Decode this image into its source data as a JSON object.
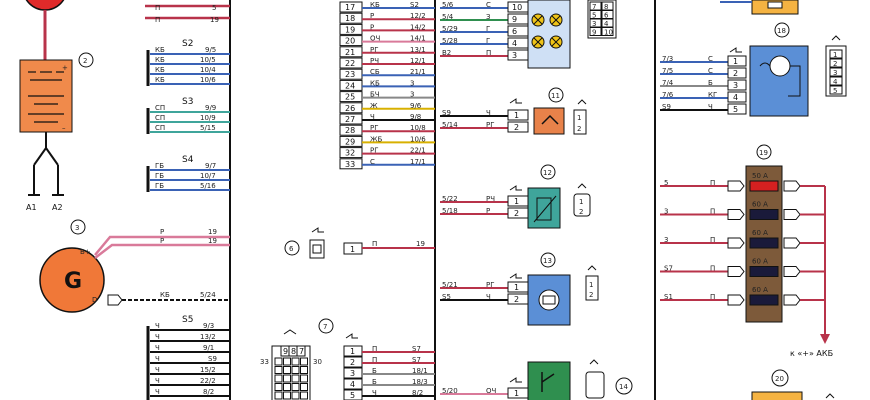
{
  "components": [
    {
      "id": "battery",
      "number": "2"
    },
    {
      "id": "generator",
      "number": "3",
      "symbol": "G",
      "terminals": [
        "B+",
        "D"
      ]
    },
    {
      "id": "sensor6",
      "number": "6"
    },
    {
      "id": "block7",
      "number": "7"
    },
    {
      "id": "relay11",
      "number": "11"
    },
    {
      "id": "sensor12",
      "number": "12"
    },
    {
      "id": "motor13",
      "number": "13"
    },
    {
      "id": "relay14",
      "number": "14"
    },
    {
      "id": "motor18",
      "number": "18"
    },
    {
      "id": "fuseblock19",
      "number": "19"
    },
    {
      "id": "comp20",
      "number": "20"
    }
  ],
  "ground_labels": [
    "A1",
    "A2"
  ],
  "splices": [
    {
      "name": "S2",
      "rows": [
        "9/5",
        "10/5",
        "10/4",
        "10/6"
      ],
      "letters": [
        "КБ",
        "КБ",
        "КБ",
        "КБ"
      ]
    },
    {
      "name": "S3",
      "rows": [
        "9/9",
        "10/9",
        "5/15"
      ],
      "letters": [
        "СП",
        "СП",
        "СП"
      ]
    },
    {
      "name": "S4",
      "rows": [
        "9/7",
        "10/7",
        "5/16"
      ],
      "letters": [
        "ГБ",
        "ГБ",
        "ГБ"
      ]
    },
    {
      "name": "S5",
      "rows": [
        "9/3",
        "13/2",
        "9/1",
        "S9",
        "15/2",
        "22/2",
        "8/2"
      ],
      "letters": [
        "Ч",
        "Ч",
        "Ч",
        "Ч",
        "Ч",
        "Ч",
        "Ч"
      ]
    }
  ],
  "top_wires": [
    {
      "letter": "П",
      "ref": "5"
    },
    {
      "letter": "П",
      "ref": "19"
    }
  ],
  "generator_wires": [
    {
      "letter": "Р",
      "ref": "19"
    },
    {
      "letter": "Р",
      "ref": "19"
    },
    {
      "letter": "КБ",
      "ref": "5/24"
    }
  ],
  "sensor6_wire": {
    "pin": "1",
    "letter": "П",
    "ref": "19"
  },
  "center_rows": [
    {
      "pin": "17",
      "letter": "КБ",
      "ref": "S2"
    },
    {
      "pin": "18",
      "letter": "Р",
      "ref": "12/2"
    },
    {
      "pin": "19",
      "letter": "Р",
      "ref": "14/2"
    },
    {
      "pin": "20",
      "letter": "ОЧ",
      "ref": "14/1"
    },
    {
      "pin": "21",
      "letter": "РГ",
      "ref": "13/1"
    },
    {
      "pin": "22",
      "letter": "РЧ",
      "ref": "12/1"
    },
    {
      "pin": "23",
      "letter": "СБ",
      "ref": "21/1"
    },
    {
      "pin": "24",
      "letter": "КБ",
      "ref": "3"
    },
    {
      "pin": "25",
      "letter": "БЧ",
      "ref": "3"
    },
    {
      "pin": "26",
      "letter": "Ж",
      "ref": "9/6"
    },
    {
      "pin": "27",
      "letter": "Ч",
      "ref": "9/8"
    },
    {
      "pin": "28",
      "letter": "РГ",
      "ref": "10/8"
    },
    {
      "pin": "29",
      "letter": "ЖБ",
      "ref": "10/6"
    },
    {
      "pin": "32",
      "letter": "РГ",
      "ref": "22/1"
    },
    {
      "pin": "33",
      "letter": "С",
      "ref": "17/1"
    }
  ],
  "block7_rows": [
    {
      "pin": "1",
      "letter": "П",
      "ref": "S7"
    },
    {
      "pin": "2",
      "letter": "П",
      "ref": "S7"
    },
    {
      "pin": "3",
      "letter": "Б",
      "ref": "18/1"
    },
    {
      "pin": "4",
      "letter": "Б",
      "ref": "18/3"
    },
    {
      "pin": "5",
      "letter": "Ч",
      "ref": "8/2"
    }
  ],
  "block7_header": [
    "9",
    "8",
    "7"
  ],
  "block7_side": [
    "33",
    "30"
  ],
  "lamp_rows": [
    {
      "ref": "5/6",
      "letter": "С",
      "pin": "10"
    },
    {
      "ref": "5/4",
      "letter": "З",
      "pin": "9"
    },
    {
      "ref": "5/29",
      "letter": "Г",
      "pin": "6"
    },
    {
      "ref": "5/28",
      "letter": "Г",
      "pin": "4"
    },
    {
      "ref": "В2",
      "letter": "П",
      "pin": "3"
    }
  ],
  "connector_top": [
    "7",
    "8",
    "5",
    "6",
    "3",
    "4",
    "9",
    "10"
  ],
  "relay11_rows": [
    {
      "ref": "S9",
      "letter": "Ч",
      "pin": "1"
    },
    {
      "ref": "5/14",
      "letter": "РГ",
      "pin": "2"
    }
  ],
  "sensor12_rows": [
    {
      "ref": "5/22",
      "letter": "РЧ",
      "pin": "1"
    },
    {
      "ref": "5/18",
      "letter": "Р",
      "pin": "2"
    }
  ],
  "motor13_rows": [
    {
      "ref": "5/21",
      "letter": "РГ",
      "pin": "1"
    },
    {
      "ref": "S5",
      "letter": "Ч",
      "pin": "2"
    }
  ],
  "relay14_rows": [
    {
      "ref": "5/20",
      "letter": "ОЧ",
      "pin": "1"
    }
  ],
  "small_pins": [
    "1",
    "2"
  ],
  "motor18_rows": [
    {
      "ref": "7/3",
      "letter": "С",
      "pin": "1"
    },
    {
      "ref": "7/5",
      "letter": "С",
      "pin": "2"
    },
    {
      "ref": "7/4",
      "letter": "Б",
      "pin": "3"
    },
    {
      "ref": "7/6",
      "letter": "КГ",
      "pin": "4"
    },
    {
      "ref": "S9",
      "letter": "Ч",
      "pin": "5"
    }
  ],
  "motor18_connector": [
    "1",
    "2",
    "3",
    "4",
    "5"
  ],
  "fuse_rows": [
    {
      "ref": "5",
      "letter": "П",
      "rating": "50 А"
    },
    {
      "ref": "3",
      "letter": "П",
      "rating": "60 А"
    },
    {
      "ref": "3",
      "letter": "П",
      "rating": "60 А"
    },
    {
      "ref": "S7",
      "letter": "П",
      "rating": "60 А"
    },
    {
      "ref": "S1",
      "letter": "П",
      "rating": "60 А"
    }
  ],
  "battery_note": "к «+» АКБ",
  "colors": {
    "wire_red": "#b8334a",
    "wire_pink": "#d97a9a",
    "wire_black": "#111111",
    "wire_green": "#2f8f4f",
    "wire_blue": "#3a62b5",
    "wire_yellow": "#d8b000",
    "component_orange": "#f07838",
    "battery_orange": "#f08a4b",
    "sensor_teal": "#3fa59b",
    "relay_orange": "#e8824a",
    "motor_blue": "#5b8fd6",
    "fuse_brown": "#7d5a3a",
    "fuse_red": "#d52020",
    "lamp_yellow": "#f0c417"
  }
}
